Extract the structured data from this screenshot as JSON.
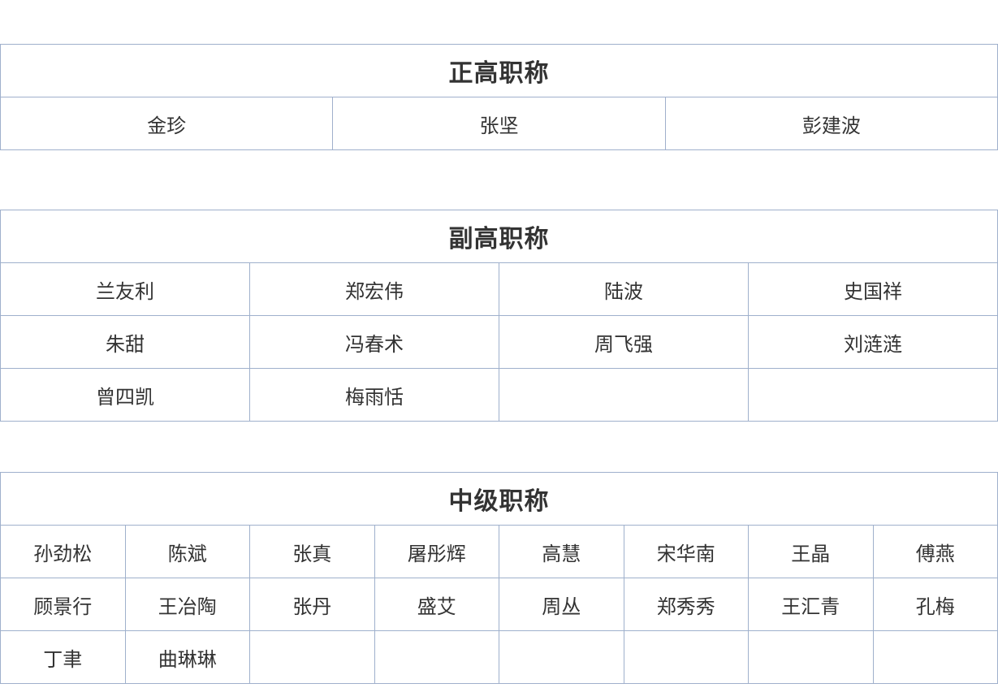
{
  "sections": [
    {
      "title": "正高职称",
      "rows": [
        [
          "金珍",
          "张坚",
          "彭建波"
        ]
      ]
    },
    {
      "title": "副高职称",
      "rows": [
        [
          "兰友利",
          "郑宏伟",
          "陆波",
          "史国祥"
        ],
        [
          "朱甜",
          "冯春术",
          "周飞强",
          "刘涟涟"
        ],
        [
          "曾四凯",
          "梅雨恬",
          "",
          ""
        ]
      ]
    },
    {
      "title": "中级职称",
      "rows": [
        [
          "孙劲松",
          "陈斌",
          "张真",
          "屠彤辉",
          "高慧",
          "宋华南",
          "王晶",
          "傅燕"
        ],
        [
          "顾景行",
          "王冶陶",
          "张丹",
          "盛艾",
          "周丛",
          "郑秀秀",
          "王汇青",
          "孔梅"
        ],
        [
          "丁聿",
          "曲琳琳",
          "",
          "",
          "",
          "",
          "",
          ""
        ]
      ]
    }
  ]
}
